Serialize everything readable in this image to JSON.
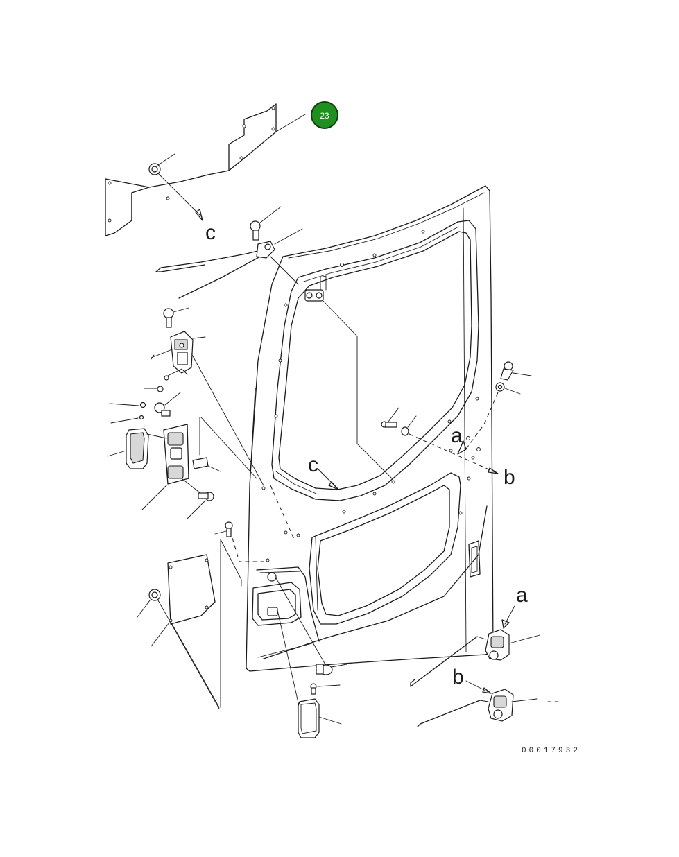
{
  "badge": {
    "number": "23",
    "color": "#1f8f1f",
    "ring": "#0d3d0d"
  },
  "callouts": {
    "a": "a",
    "b": "b",
    "c": "c"
  },
  "drawing_number": "00017932"
}
